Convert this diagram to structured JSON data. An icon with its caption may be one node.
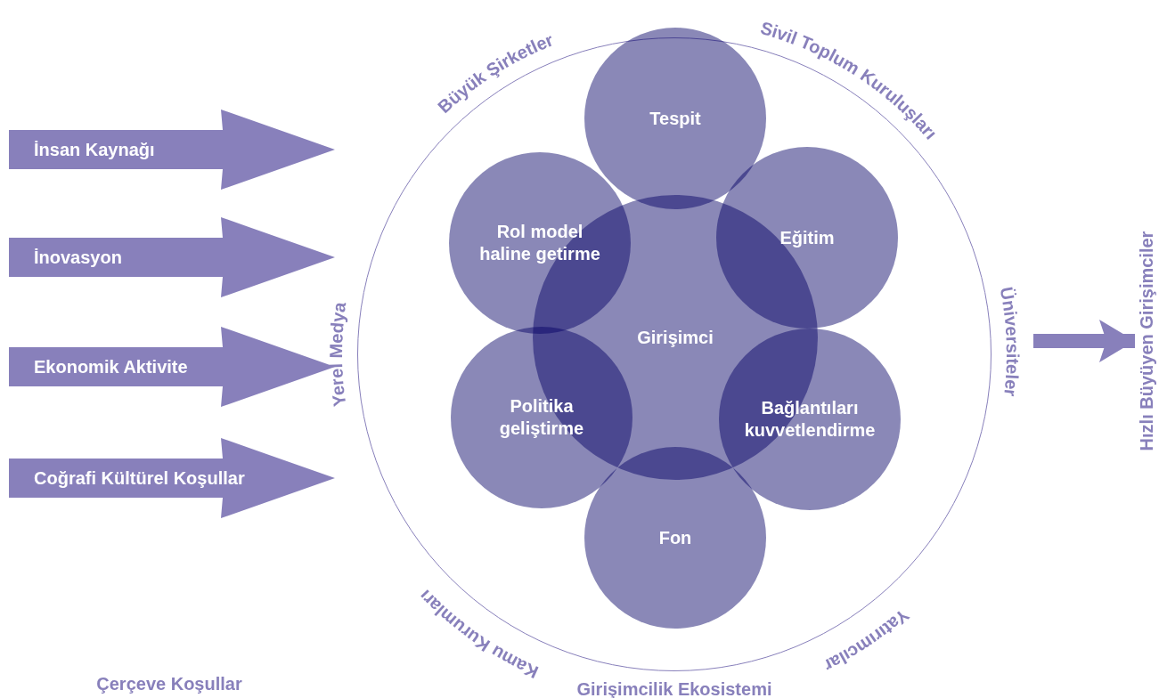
{
  "diagram": {
    "nodes": [
      {
        "text": [
          "Girişimcilik Ekosistemi"
        ]
      },
      {
        "text": [
          "Tespit"
        ],
        "in": 0
      },
      {
        "text": [
          "Rol model haline getirme"
        ],
        "in": 0
      },
      {
        "text": [
          "Eğitim"
        ],
        "in": 0
      },
      {
        "text": [
          "Girişimci"
        ],
        "in": 0
      },
      {
        "text": [
          "Politika geliştirme"
        ],
        "in": 0
      },
      {
        "text": [
          "Bağlantıları kuvvetlendirme"
        ],
        "in": 0
      },
      {
        "text": [
          "Fon"
        ],
        "in": 0
      },
      {
        "text": [
          "İnsan Kaynağı"
        ]
      },
      {
        "text": [
          "İnovasyon"
        ]
      },
      {
        "text": [
          "Ekonomik Aktivite"
        ]
      },
      {
        "text": [
          "Coğrafi Kültürel Koşullar"
        ]
      },
      {
        "text": [
          "Hızlı Büyüyen Girişimciler"
        ]
      }
    ],
    "edges": [
      {
        "from": 0,
        "to": 12,
        "arrow": "to"
      }
    ],
    "labels": [
      "Büyük Şirketler",
      "Sivil Toplum Kuruluşları",
      "Yerel Medya",
      "Üniversiteler",
      "Kamu Kurumları",
      "Yatırımcılar",
      "Çerçeve Koşullar"
    ]
  }
}
